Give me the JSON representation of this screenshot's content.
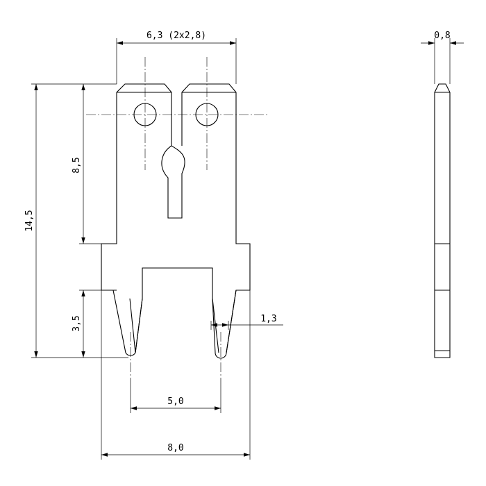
{
  "drawing": {
    "dimensions": {
      "top_width": "6,3 (2x2,8)",
      "thickness": "0,8",
      "total_height": "14,5",
      "upper_height": "8,5",
      "pin_length": "3,5",
      "pin_width": "1,3",
      "pin_pitch": "5,0",
      "base_width": "8,0"
    },
    "colors": {
      "line": "#000000",
      "background": "#ffffff"
    }
  }
}
